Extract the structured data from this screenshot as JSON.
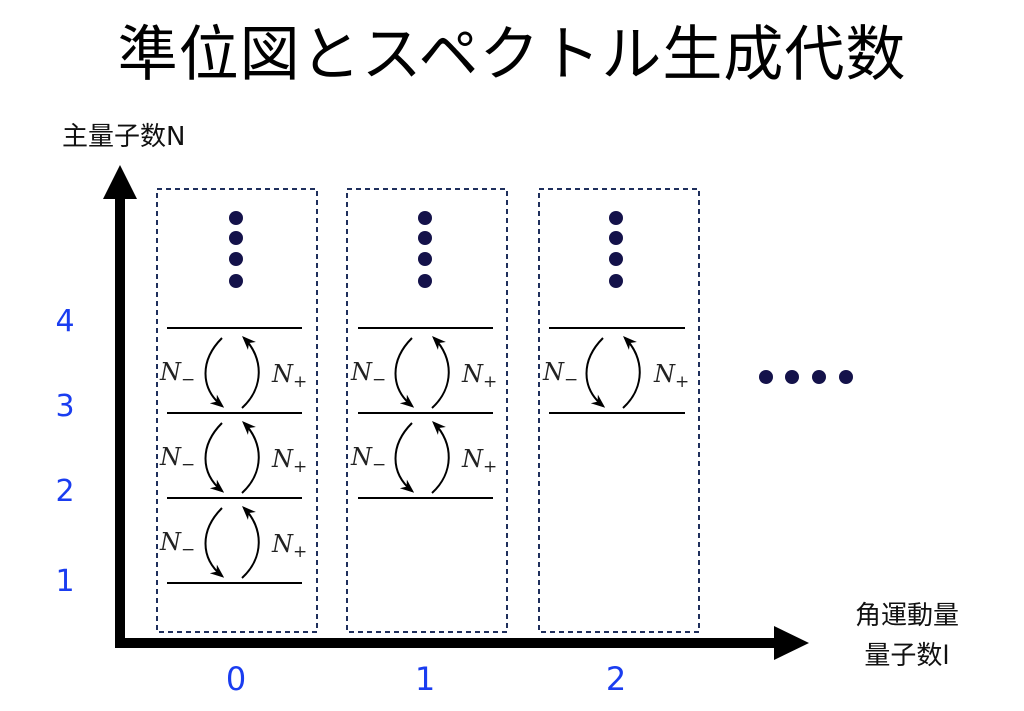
{
  "title": "準位図とスペクトル生成代数",
  "y_axis": {
    "label": "主量子数N",
    "ticks": [
      "4",
      "3",
      "2",
      "1"
    ]
  },
  "x_axis": {
    "label_line1": "角運動量",
    "label_line2": "量子数l",
    "ticks": [
      "0",
      "1",
      "2"
    ]
  },
  "operators": {
    "lowering": "N",
    "lowering_sub": "−",
    "raising": "N",
    "raising_sub": "+"
  },
  "columns": [
    {
      "l": "0",
      "levels": [
        "1",
        "2",
        "3",
        "4"
      ],
      "transitions": 3
    },
    {
      "l": "1",
      "levels": [
        "2",
        "3",
        "4"
      ],
      "transitions": 2
    },
    {
      "l": "2",
      "levels": [
        "3",
        "4"
      ],
      "transitions": 1
    }
  ],
  "colors": {
    "tick_blue": "#1a3df0",
    "dot_navy": "#14124a",
    "box_border": "#1f2f5c",
    "axis": "#000000"
  },
  "continuation": {
    "vertical_dots": 4,
    "horizontal_dots": 4
  }
}
